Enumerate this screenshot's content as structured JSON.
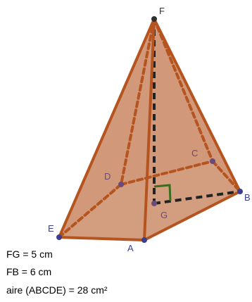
{
  "figure": {
    "points": {
      "F": "F",
      "A": "A",
      "B": "B",
      "C": "C",
      "D": "D",
      "E": "E",
      "G": "G"
    },
    "colors": {
      "edge": "#b5541f",
      "face": "#c8855f",
      "height": "#222222",
      "right_angle": "#3d6b1f",
      "point": "#3a3f8f",
      "point_label": "#3a3f8f",
      "label_F": "#333333"
    }
  },
  "info": {
    "line1": "FG = 5 cm",
    "line2": "FB = 6 cm",
    "line3": "aire (ABCDE) = 28 cm²"
  }
}
